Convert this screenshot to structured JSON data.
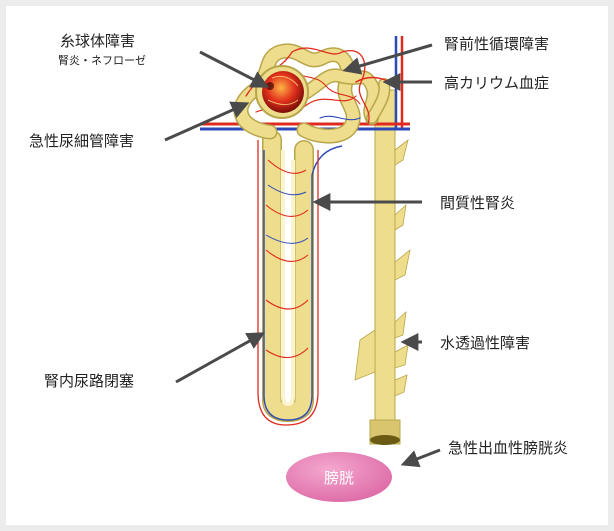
{
  "labels": {
    "glomerular": "糸球体障害",
    "glomerular_sub": "腎炎・ネフローゼ",
    "acute_tubular": "急性尿細管障害",
    "ureteral": "腎内尿路閉塞",
    "prerenal": "腎前性循環障害",
    "hyperkalemia": "高カリウム血症",
    "interstitial": "間質性腎炎",
    "water_diuresis": "水透過性障害",
    "hemorrhagic_cystitis": "急性出血性膀胱炎"
  },
  "bladder": {
    "label": "膀胱"
  },
  "colors": {
    "tubule": "#eddd8c",
    "tubule_outline": "#b8a64a",
    "artery": "#e12a1f",
    "vein": "#2d49b8",
    "bladder": "#e47ab0",
    "arrow": "#4a4a4a"
  }
}
